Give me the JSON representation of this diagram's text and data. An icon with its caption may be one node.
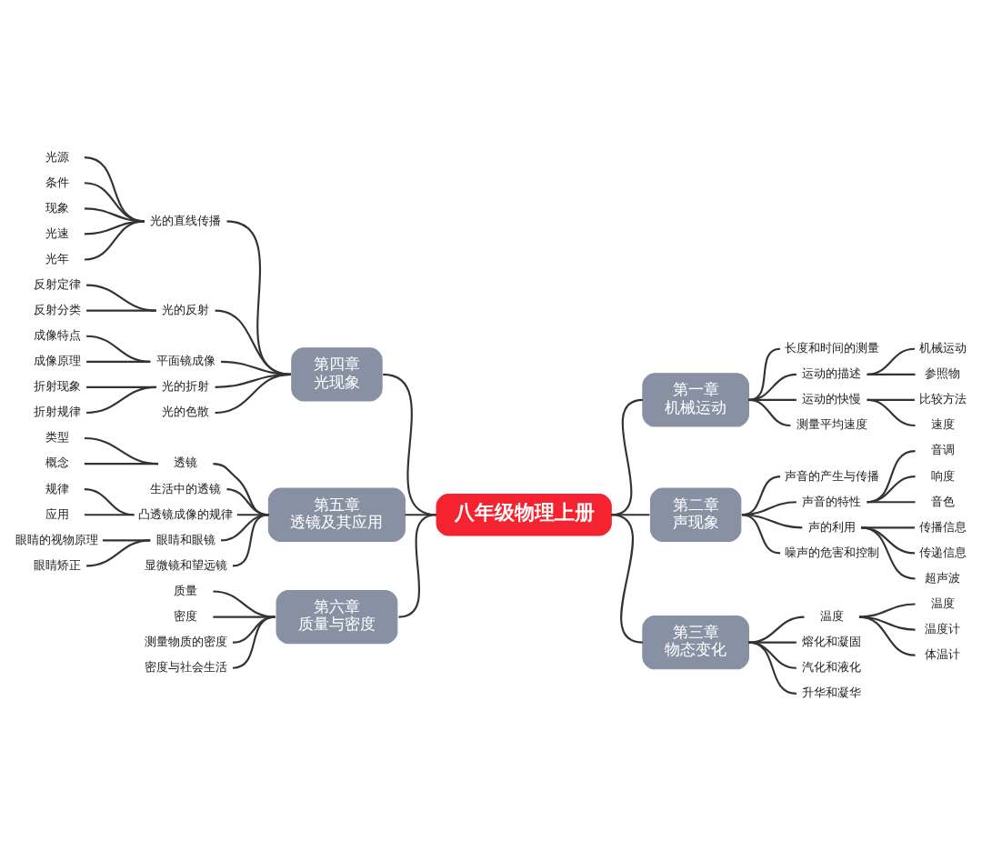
{
  "diagram": {
    "nodes": [
      {
        "text": [
          "八年级物理上册"
        ]
      },
      {
        "text": [
          "第一章",
          "机械运动"
        ]
      },
      {
        "text": [
          "长度和时间的测量"
        ]
      },
      {
        "text": [
          "运动的描述"
        ]
      },
      {
        "text": [
          "机械运动"
        ]
      },
      {
        "text": [
          "参照物"
        ]
      },
      {
        "text": [
          "运动的快慢"
        ]
      },
      {
        "text": [
          "比较方法"
        ]
      },
      {
        "text": [
          "速度"
        ]
      },
      {
        "text": [
          "测量平均速度"
        ]
      },
      {
        "text": [
          "第二章",
          "声现象"
        ]
      },
      {
        "text": [
          "声音的产生与传播"
        ]
      },
      {
        "text": [
          "声音的特性"
        ]
      },
      {
        "text": [
          "音调"
        ]
      },
      {
        "text": [
          "响度"
        ]
      },
      {
        "text": [
          "音色"
        ]
      },
      {
        "text": [
          "声的利用"
        ]
      },
      {
        "text": [
          "传播信息"
        ]
      },
      {
        "text": [
          "传递信息"
        ]
      },
      {
        "text": [
          "超声波"
        ]
      },
      {
        "text": [
          "噪声的危害和控制"
        ]
      },
      {
        "text": [
          "第三章",
          "物态变化"
        ]
      },
      {
        "text": [
          "温度"
        ]
      },
      {
        "text": [
          "温度"
        ]
      },
      {
        "text": [
          "温度计"
        ]
      },
      {
        "text": [
          "体温计"
        ]
      },
      {
        "text": [
          "熔化和凝固"
        ]
      },
      {
        "text": [
          "汽化和液化"
        ]
      },
      {
        "text": [
          "升华和凝华"
        ]
      },
      {
        "text": [
          "第四章",
          "光现象"
        ]
      },
      {
        "text": [
          "光的直线传播"
        ]
      },
      {
        "text": [
          "光源"
        ]
      },
      {
        "text": [
          "条件"
        ]
      },
      {
        "text": [
          "现象"
        ]
      },
      {
        "text": [
          "光速"
        ]
      },
      {
        "text": [
          "光年"
        ]
      },
      {
        "text": [
          "光的反射"
        ]
      },
      {
        "text": [
          "反射定律"
        ]
      },
      {
        "text": [
          "反射分类"
        ]
      },
      {
        "text": [
          "平面镜成像"
        ]
      },
      {
        "text": [
          "成像特点"
        ]
      },
      {
        "text": [
          "成像原理"
        ]
      },
      {
        "text": [
          "光的折射"
        ]
      },
      {
        "text": [
          "折射现象"
        ]
      },
      {
        "text": [
          "折射规律"
        ]
      },
      {
        "text": [
          "光的色散"
        ]
      },
      {
        "text": [
          "第五章",
          "透镜及其应用"
        ]
      },
      {
        "text": [
          "透镜"
        ]
      },
      {
        "text": [
          "类型"
        ]
      },
      {
        "text": [
          "概念"
        ]
      },
      {
        "text": [
          "生活中的透镜"
        ]
      },
      {
        "text": [
          "凸透镜成像的规律"
        ]
      },
      {
        "text": [
          "规律"
        ]
      },
      {
        "text": [
          "应用"
        ]
      },
      {
        "text": [
          "眼睛和眼镜"
        ]
      },
      {
        "text": [
          "眼睛的视物原理"
        ]
      },
      {
        "text": [
          "眼睛矫正"
        ]
      },
      {
        "text": [
          "显微镜和望远镜"
        ]
      },
      {
        "text": [
          "第六章",
          "质量与密度"
        ]
      },
      {
        "text": [
          "质量"
        ]
      },
      {
        "text": [
          "密度"
        ]
      },
      {
        "text": [
          "测量物质的密度"
        ]
      },
      {
        "text": [
          "密度与社会生活"
        ]
      }
    ],
    "edges": [
      {
        "from": 0,
        "to": 1,
        "arrow": "none"
      },
      {
        "from": 1,
        "to": 2,
        "arrow": "none"
      },
      {
        "from": 1,
        "to": 3,
        "arrow": "none"
      },
      {
        "from": 3,
        "to": 4,
        "arrow": "none"
      },
      {
        "from": 3,
        "to": 5,
        "arrow": "none"
      },
      {
        "from": 1,
        "to": 6,
        "arrow": "none"
      },
      {
        "from": 6,
        "to": 7,
        "arrow": "none"
      },
      {
        "from": 6,
        "to": 8,
        "arrow": "none"
      },
      {
        "from": 1,
        "to": 9,
        "arrow": "none"
      },
      {
        "from": 0,
        "to": 10,
        "arrow": "none"
      },
      {
        "from": 10,
        "to": 11,
        "arrow": "none"
      },
      {
        "from": 10,
        "to": 12,
        "arrow": "none"
      },
      {
        "from": 12,
        "to": 13,
        "arrow": "none"
      },
      {
        "from": 12,
        "to": 14,
        "arrow": "none"
      },
      {
        "from": 12,
        "to": 15,
        "arrow": "none"
      },
      {
        "from": 10,
        "to": 16,
        "arrow": "none"
      },
      {
        "from": 16,
        "to": 17,
        "arrow": "none"
      },
      {
        "from": 16,
        "to": 18,
        "arrow": "none"
      },
      {
        "from": 16,
        "to": 19,
        "arrow": "none"
      },
      {
        "from": 10,
        "to": 20,
        "arrow": "none"
      },
      {
        "from": 0,
        "to": 21,
        "arrow": "none"
      },
      {
        "from": 21,
        "to": 22,
        "arrow": "none"
      },
      {
        "from": 22,
        "to": 23,
        "arrow": "none"
      },
      {
        "from": 22,
        "to": 24,
        "arrow": "none"
      },
      {
        "from": 22,
        "to": 25,
        "arrow": "none"
      },
      {
        "from": 21,
        "to": 26,
        "arrow": "none"
      },
      {
        "from": 21,
        "to": 27,
        "arrow": "none"
      },
      {
        "from": 21,
        "to": 28,
        "arrow": "none"
      },
      {
        "from": 29,
        "to": 0,
        "arrow": "none"
      },
      {
        "from": 30,
        "to": 29,
        "arrow": "none"
      },
      {
        "from": 31,
        "to": 30,
        "arrow": "none"
      },
      {
        "from": 32,
        "to": 30,
        "arrow": "none"
      },
      {
        "from": 33,
        "to": 30,
        "arrow": "none"
      },
      {
        "from": 34,
        "to": 30,
        "arrow": "none"
      },
      {
        "from": 35,
        "to": 30,
        "arrow": "none"
      },
      {
        "from": 36,
        "to": 29,
        "arrow": "none"
      },
      {
        "from": 37,
        "to": 36,
        "arrow": "none"
      },
      {
        "from": 38,
        "to": 36,
        "arrow": "none"
      },
      {
        "from": 39,
        "to": 29,
        "arrow": "none"
      },
      {
        "from": 40,
        "to": 39,
        "arrow": "none"
      },
      {
        "from": 41,
        "to": 39,
        "arrow": "none"
      },
      {
        "from": 42,
        "to": 29,
        "arrow": "none"
      },
      {
        "from": 43,
        "to": 42,
        "arrow": "none"
      },
      {
        "from": 44,
        "to": 42,
        "arrow": "none"
      },
      {
        "from": 45,
        "to": 29,
        "arrow": "none"
      },
      {
        "from": 46,
        "to": 0,
        "arrow": "none"
      },
      {
        "from": 47,
        "to": 46,
        "arrow": "none"
      },
      {
        "from": 48,
        "to": 47,
        "arrow": "none"
      },
      {
        "from": 49,
        "to": 47,
        "arrow": "none"
      },
      {
        "from": 50,
        "to": 46,
        "arrow": "none"
      },
      {
        "from": 51,
        "to": 46,
        "arrow": "none"
      },
      {
        "from": 52,
        "to": 51,
        "arrow": "none"
      },
      {
        "from": 53,
        "to": 51,
        "arrow": "none"
      },
      {
        "from": 54,
        "to": 46,
        "arrow": "none"
      },
      {
        "from": 55,
        "to": 54,
        "arrow": "none"
      },
      {
        "from": 56,
        "to": 54,
        "arrow": "none"
      },
      {
        "from": 57,
        "to": 46,
        "arrow": "none"
      },
      {
        "from": 58,
        "to": 0,
        "arrow": "none"
      },
      {
        "from": 59,
        "to": 58,
        "arrow": "none"
      },
      {
        "from": 60,
        "to": 58,
        "arrow": "none"
      },
      {
        "from": 61,
        "to": 58,
        "arrow": "none"
      },
      {
        "from": 62,
        "to": 58,
        "arrow": "none"
      }
    ]
  }
}
